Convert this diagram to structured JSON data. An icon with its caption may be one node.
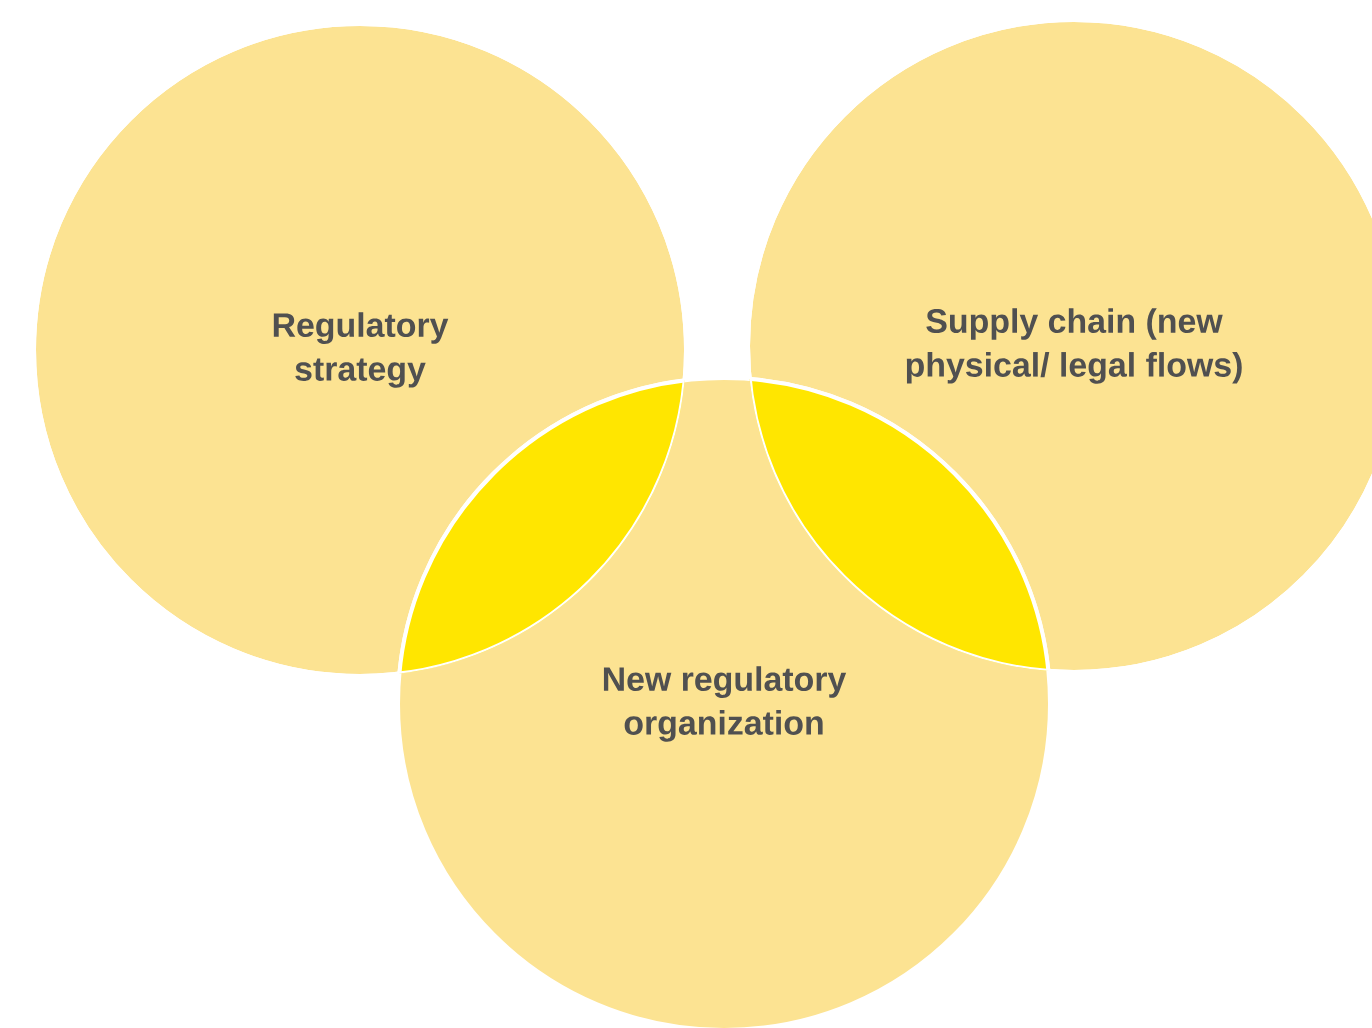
{
  "diagram": {
    "nodes": [
      {
        "text": [
          "Regulatory strategy"
        ]
      },
      {
        "text": [
          "Supply chain (new physical/ legal flows)"
        ]
      },
      {
        "text": [
          "New regulatory organization"
        ]
      }
    ]
  }
}
